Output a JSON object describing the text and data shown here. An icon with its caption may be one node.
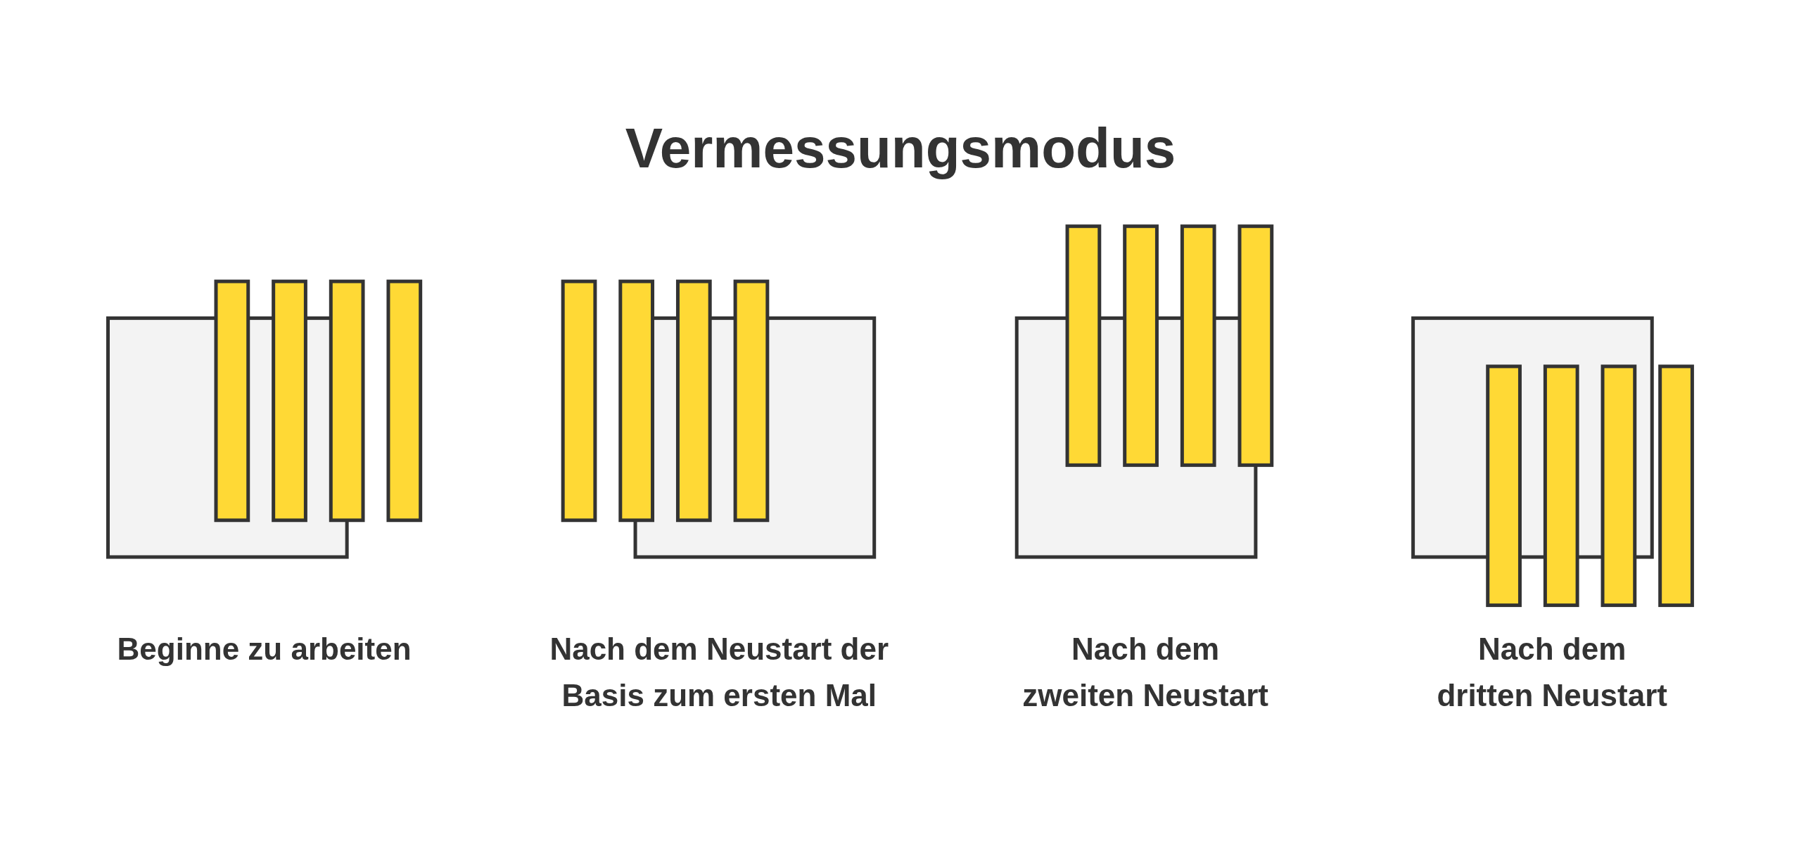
{
  "diagram": {
    "title": "Vermessungsmodus",
    "labels": [
      "Beginne zu arbeiten",
      "Nach dem Neustart der Basis zum ersten Mal",
      "Nach dem zweiten Neustart",
      "Nach dem dritten Neustart"
    ]
  }
}
